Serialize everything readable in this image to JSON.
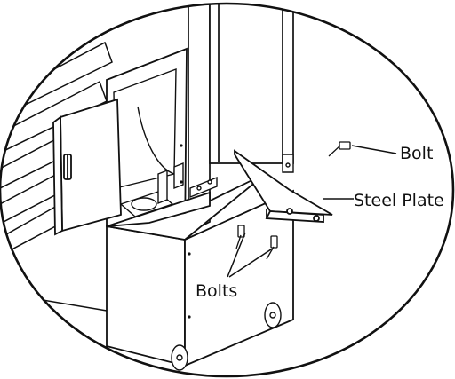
{
  "labels": {
    "bolt": "Bolt",
    "steel_plate": "Steel Plate",
    "bolts": "Bolts"
  },
  "colors": {
    "line": "#111111",
    "background": "#ffffff"
  },
  "icons": {
    "callout_frame": "oval-detail-frame"
  }
}
